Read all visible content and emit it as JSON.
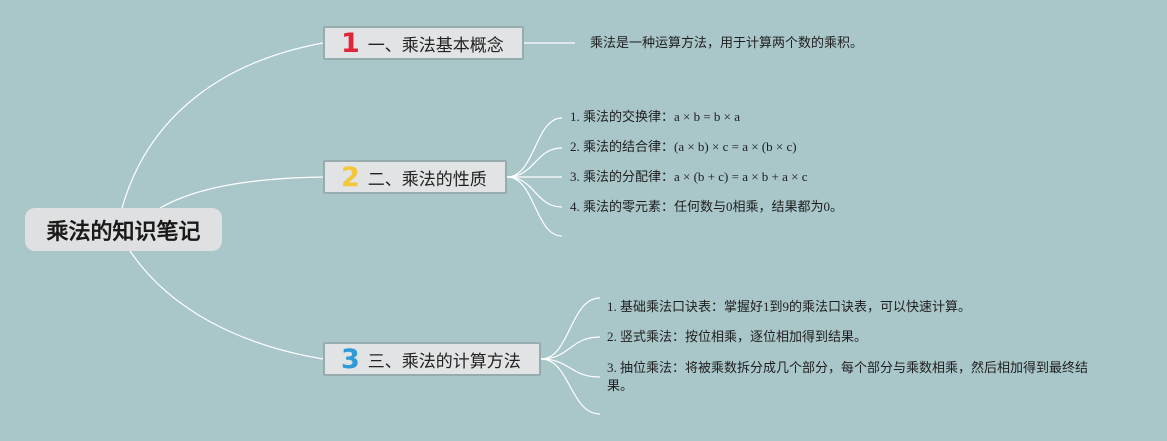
{
  "root": {
    "title": "乘法的知识笔记"
  },
  "branches": [
    {
      "number": "1",
      "number_color": "#e0263a",
      "label": "一、乘法基本概念",
      "items": [
        "乘法是一种运算方法，用于计算两个数的乘积。"
      ]
    },
    {
      "number": "2",
      "number_color": "#f2c83a",
      "label": "二、乘法的性质",
      "items": [
        "1. 乘法的交换律：a × b = b × a",
        "2. 乘法的结合律：(a × b) × c = a × (b × c)",
        "3. 乘法的分配律：a × (b + c) = a × b + a × c",
        "4. 乘法的零元素：任何数与0相乘，结果都为0。"
      ]
    },
    {
      "number": "3",
      "number_color": "#2f9ad8",
      "label": "三、乘法的计算方法",
      "items": [
        "1. 基础乘法口诀表：掌握好1到9的乘法口诀表，可以快速计算。",
        "2. 竖式乘法：按位相乘，逐位相加得到结果。",
        "3. 抽位乘法：将被乘数拆分成几个部分，每个部分与乘数相乘，然后相加得到最终结果。"
      ]
    }
  ]
}
